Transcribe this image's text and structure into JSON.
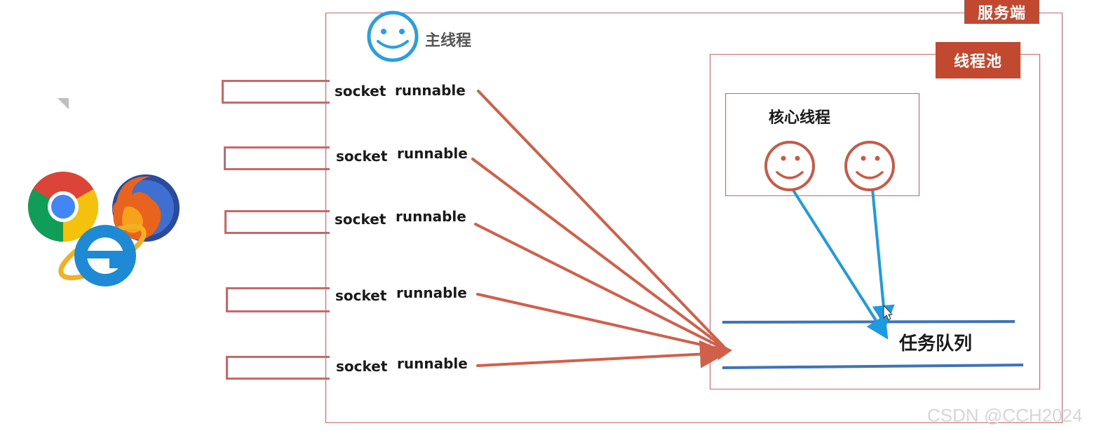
{
  "labels": {
    "server": "服务端",
    "thread_pool": "线程池",
    "main_thread": "主线程",
    "core_threads": "核心线程",
    "task_queue": "任务队列",
    "watermark": "CSDN @CCH2024"
  },
  "connections": [
    {
      "socket": "socket",
      "runnable": "runnable"
    },
    {
      "socket": "socket",
      "runnable": "runnable"
    },
    {
      "socket": "socket",
      "runnable": "runnable"
    },
    {
      "socket": "socket",
      "runnable": "runnable"
    },
    {
      "socket": "socket",
      "runnable": "runnable"
    }
  ],
  "icons": [
    "smiley-blue-icon",
    "chrome-icon",
    "firefox-icon",
    "internet-explorer-icon",
    "smiley-red-icon"
  ],
  "colors": {
    "tag_background": "#c0492f",
    "box_border": "#c9686a",
    "request_arrow": "#d0604a",
    "thread_arrow": "#1e9be0",
    "queue_line": "#3f73b8",
    "main_thread_face": "#2a9ee0",
    "core_thread_face": "#c95a48"
  }
}
